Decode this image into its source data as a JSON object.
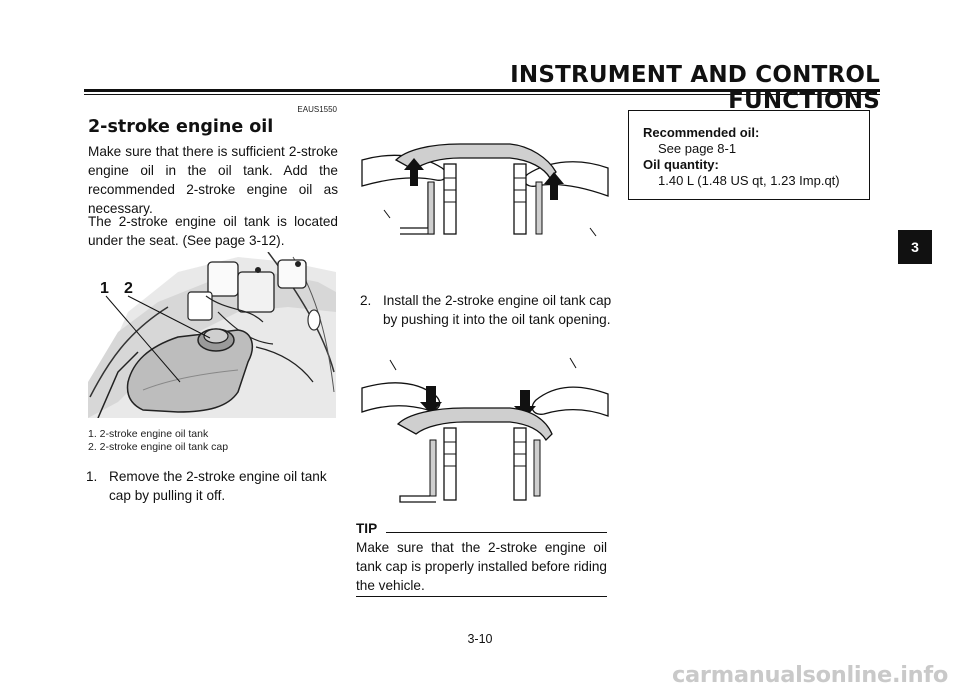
{
  "header": {
    "title": "INSTRUMENT AND CONTROL FUNCTIONS"
  },
  "chapter_tab": "3",
  "section": {
    "code": "EAUS1550",
    "heading": "2-stroke engine oil",
    "para1": "Make sure that there is sufficient 2-stroke engine oil in the oil tank. Add the recommended 2-stroke engine oil as necessary.",
    "para2": "The 2-stroke engine oil tank is located under the seat. (See page 3-12)."
  },
  "figure_photo": {
    "callouts": [
      "1",
      "2"
    ],
    "captions": [
      "1. 2-stroke engine oil tank",
      "2. 2-stroke engine oil tank cap"
    ]
  },
  "steps": [
    {
      "num": "1.",
      "text": "Remove the 2-stroke engine oil tank cap by pulling it off."
    },
    {
      "num": "2.",
      "text": "Install the 2-stroke engine oil tank cap by pushing it into the oil tank opening."
    }
  ],
  "tip": {
    "label": "TIP",
    "text": "Make sure that the 2-stroke engine oil tank cap is properly installed before riding the vehicle."
  },
  "spec_box": {
    "rec_label": "Recommended oil:",
    "rec_value": "See page 8-1",
    "qty_label": "Oil quantity:",
    "qty_value": "1.40 L (1.48 US qt, 1.23 Imp.qt)"
  },
  "page_number": "3-10",
  "watermark": "carmanualsonline.info"
}
